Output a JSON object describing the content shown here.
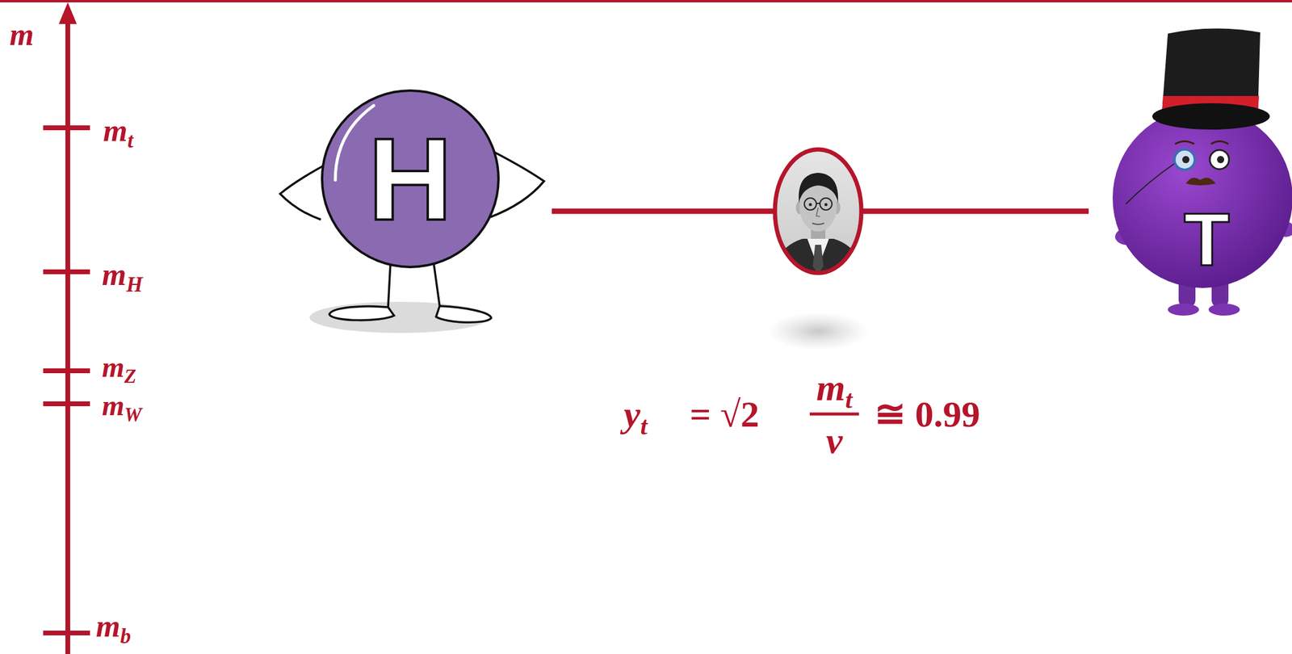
{
  "diagram": {
    "nodes": [
      {
        "text": [
          "H"
        ]
      },
      {
        "text": [
          "T"
        ]
      }
    ],
    "edges": [
      {
        "from": 0,
        "to": 1,
        "arrow": "none"
      }
    ],
    "labels": [
      "m",
      "mt",
      "mH",
      "mZ",
      "mW",
      "mb",
      "yt",
      "= √2",
      "mt",
      "v",
      "≅ 0.99"
    ]
  }
}
